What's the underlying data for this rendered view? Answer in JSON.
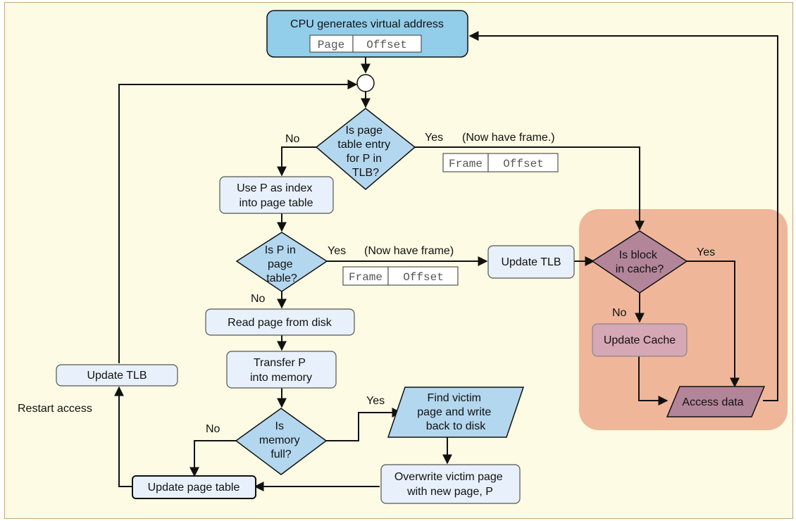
{
  "nodes": {
    "cpu_generates": "CPU generates virtual address",
    "page_field": "Page",
    "offset_field": "Offset",
    "is_entry_in_tlb": [
      "Is page",
      "table entry",
      "for P in",
      "TLB?"
    ],
    "use_p_as_index": [
      "Use P as index",
      "into page table"
    ],
    "is_p_in_page_table": [
      "Is P in",
      "page",
      "table?"
    ],
    "read_page_from_disk": "Read page from disk",
    "transfer_p": [
      "Transfer P",
      "into memory"
    ],
    "is_memory_full": [
      "Is",
      "memory",
      "full?"
    ],
    "find_victim": [
      "Find victim",
      "page and write",
      "back to disk"
    ],
    "overwrite_victim": [
      "Overwrite victim page",
      "with new page, P"
    ],
    "update_page_table": "Update page table",
    "update_tlb_left": "Update TLB",
    "update_tlb_right": "Update TLB",
    "is_block_in_cache": [
      "Is block",
      "in cache?"
    ],
    "update_cache": "Update Cache",
    "access_data": "Access data"
  },
  "frame_fields": {
    "frame": "Frame",
    "offset": "Offset"
  },
  "edge_labels": {
    "tlb_no": "No",
    "tlb_yes": "Yes",
    "tlb_note": "(Now have frame.)",
    "pt_yes": "Yes",
    "pt_note": "(Now have frame)",
    "pt_no": "No",
    "mem_yes": "Yes",
    "mem_no": "No",
    "cache_yes": "Yes",
    "cache_no": "No",
    "restart_access": "Restart access"
  },
  "colors": {
    "background": "#fdfbe3",
    "box_fill": "#e8f1fb",
    "diamond_fill": "#b3d7ee",
    "cpu_fill": "#92cde9",
    "cache_region": "#f0b69a",
    "cache_shapes": "#b38599",
    "update_cache_fill": "#d6a7b5"
  }
}
